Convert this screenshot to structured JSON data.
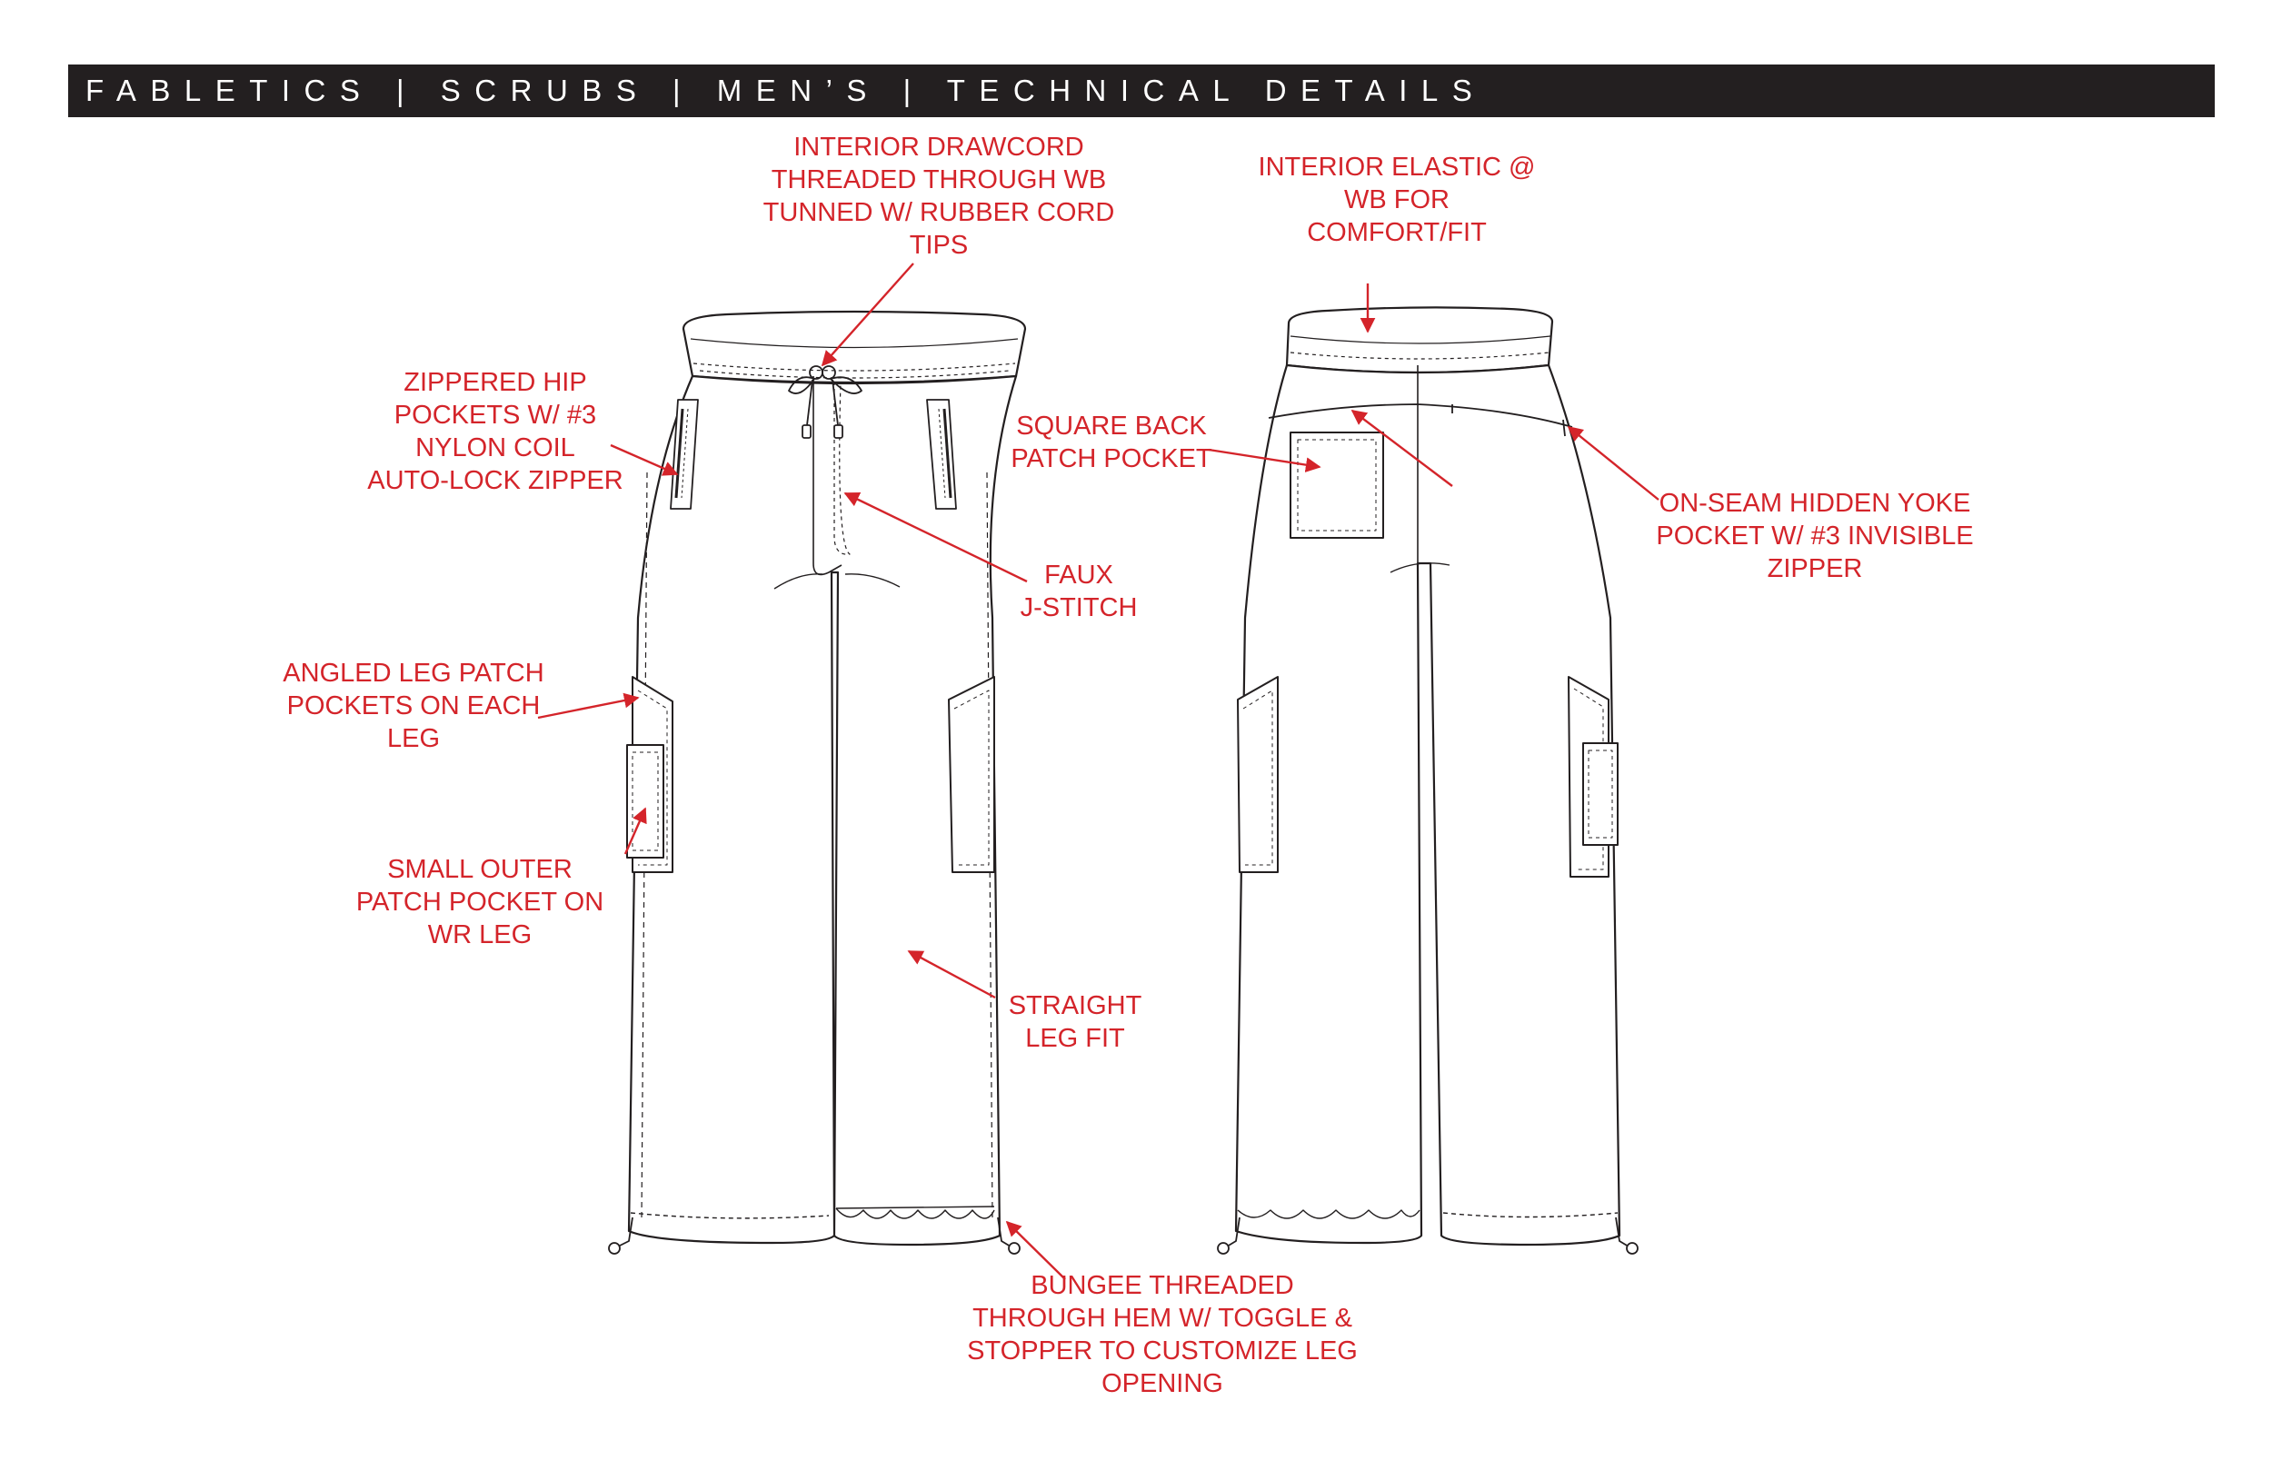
{
  "header": {
    "title": "FABLETICS | SCRUBS | MEN’S | TECHNICAL DETAILS"
  },
  "colors": {
    "callout": "#d4242a",
    "header_bg": "#231f20",
    "line": "#231f20"
  },
  "callouts": {
    "drawcord": [
      "INTERIOR DRAWCORD",
      "THREADED THROUGH WB",
      "TUNNED W/ RUBBER CORD",
      "TIPS"
    ],
    "elastic": [
      "INTERIOR ELASTIC @",
      "WB FOR",
      "COMFORT/FIT"
    ],
    "hip_pockets": [
      "ZIPPERED HIP",
      "POCKETS W/ #3",
      "NYLON COIL",
      "AUTO-LOCK ZIPPER"
    ],
    "back_pocket": [
      "SQUARE BACK",
      "PATCH POCKET"
    ],
    "yoke_pocket": [
      "ON-SEAM HIDDEN YOKE",
      "POCKET W/ #3 INVISIBLE",
      "ZIPPER"
    ],
    "jstitch": [
      "FAUX",
      "J-STITCH"
    ],
    "leg_patch": [
      "ANGLED LEG PATCH",
      "POCKETS ON EACH",
      "LEG"
    ],
    "small_pocket": [
      "SMALL OUTER",
      "PATCH POCKET ON",
      "WR LEG"
    ],
    "straight_leg": [
      "STRAIGHT",
      "LEG FIT"
    ],
    "bungee": [
      "BUNGEE THREADED",
      "THROUGH HEM W/ TOGGLE &",
      "STOPPER TO CUSTOMIZE LEG",
      "OPENING"
    ]
  }
}
